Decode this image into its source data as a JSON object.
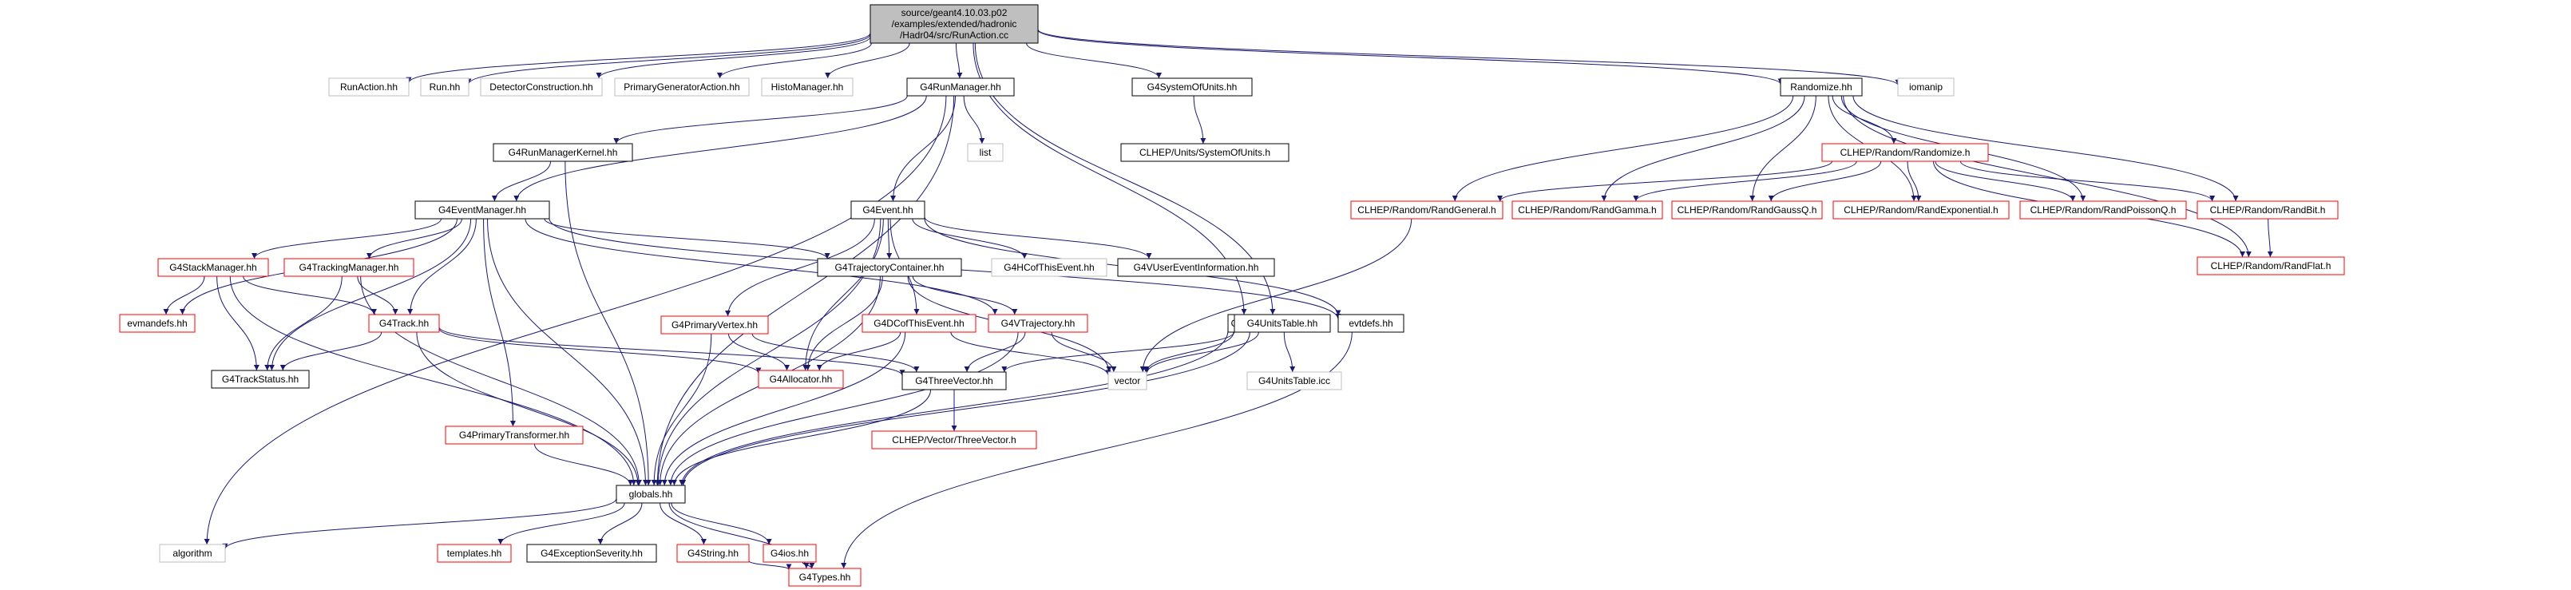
{
  "colors": {
    "edge": "#191970",
    "border_normal": "#000000",
    "border_missing": "#bfbfbf",
    "border_truncated": "#ff0000",
    "fill_root": "#bfbfbf",
    "fill_normal": "#ffffff"
  },
  "nodes": [
    {
      "id": "root",
      "label": "source/geant4.10.03.p02/examples/extended/hadronic/Hadr04/src/RunAction.cc",
      "style": "root"
    },
    {
      "id": "runaction",
      "label": "RunAction.hh",
      "style": "missing"
    },
    {
      "id": "run",
      "label": "Run.hh",
      "style": "missing"
    },
    {
      "id": "detector",
      "label": "DetectorConstruction.hh",
      "style": "missing"
    },
    {
      "id": "primgen",
      "label": "PrimaryGeneratorAction.hh",
      "style": "missing"
    },
    {
      "id": "histo",
      "label": "HistoManager.hh",
      "style": "missing"
    },
    {
      "id": "g4runman",
      "label": "G4RunManager.hh",
      "style": "normal"
    },
    {
      "id": "g4sysunits",
      "label": "G4SystemOfUnits.hh",
      "style": "normal"
    },
    {
      "id": "randomize",
      "label": "Randomize.hh",
      "style": "normal"
    },
    {
      "id": "iomanip",
      "label": "iomanip",
      "style": "missing"
    },
    {
      "id": "list",
      "label": "list",
      "style": "missing"
    },
    {
      "id": "g4rmkernel",
      "label": "G4RunManagerKernel.hh",
      "style": "normal"
    },
    {
      "id": "clhepunits",
      "label": "CLHEP/Units/SystemOfUnits.h",
      "style": "normal"
    },
    {
      "id": "clheprandomize",
      "label": "CLHEP/Random/Randomize.h",
      "style": "truncated"
    },
    {
      "id": "g4eventman",
      "label": "G4EventManager.hh",
      "style": "normal"
    },
    {
      "id": "g4event",
      "label": "G4Event.hh",
      "style": "normal"
    },
    {
      "id": "randgeneral",
      "label": "CLHEP/Random/RandGeneral.h",
      "style": "truncated"
    },
    {
      "id": "randgamma",
      "label": "CLHEP/Random/RandGamma.h",
      "style": "truncated"
    },
    {
      "id": "randgaussq",
      "label": "CLHEP/Random/RandGaussQ.h",
      "style": "truncated"
    },
    {
      "id": "randexp",
      "label": "CLHEP/Random/RandExponential.h",
      "style": "truncated"
    },
    {
      "id": "randpoissonq",
      "label": "CLHEP/Random/RandPoissonQ.h",
      "style": "truncated"
    },
    {
      "id": "randbit",
      "label": "CLHEP/Random/RandBit.h",
      "style": "truncated"
    },
    {
      "id": "randflat",
      "label": "CLHEP/Random/RandFlat.h",
      "style": "truncated"
    },
    {
      "id": "g4stackman",
      "label": "G4StackManager.hh",
      "style": "truncated"
    },
    {
      "id": "g4trackingman",
      "label": "G4TrackingManager.hh",
      "style": "truncated"
    },
    {
      "id": "g4trajcont",
      "label": "G4TrajectoryContainer.hh",
      "style": "normal"
    },
    {
      "id": "g4hcofthis",
      "label": "G4HCofThisEvent.hh",
      "style": "missing"
    },
    {
      "id": "g4vuserevent",
      "label": "G4VUserEventInformation.hh",
      "style": "normal"
    },
    {
      "id": "evmandefs",
      "label": "evmandefs.hh",
      "style": "truncated"
    },
    {
      "id": "g4track",
      "label": "G4Track.hh",
      "style": "truncated"
    },
    {
      "id": "g4primvertex",
      "label": "G4PrimaryVertex.hh",
      "style": "truncated"
    },
    {
      "id": "g4dcofthis",
      "label": "G4DCofThisEvent.hh",
      "style": "truncated"
    },
    {
      "id": "g4vtraj",
      "label": "G4VTrajectory.hh",
      "style": "truncated"
    },
    {
      "id": "g4run",
      "label": "G4Run.hh",
      "style": "normal"
    },
    {
      "id": "g4unitstable",
      "label": "G4UnitsTable.hh",
      "style": "normal"
    },
    {
      "id": "evtdefs",
      "label": "evtdefs.hh",
      "style": "normal"
    },
    {
      "id": "g4trackstatus",
      "label": "G4TrackStatus.hh",
      "style": "normal"
    },
    {
      "id": "g4allocator",
      "label": "G4Allocator.hh",
      "style": "truncated"
    },
    {
      "id": "g4threevec",
      "label": "G4ThreeVector.hh",
      "style": "normal"
    },
    {
      "id": "vector",
      "label": "vector",
      "style": "missing"
    },
    {
      "id": "g4unitsicc",
      "label": "G4UnitsTable.icc",
      "style": "missing"
    },
    {
      "id": "g4primtrans",
      "label": "G4PrimaryTransformer.hh",
      "style": "truncated"
    },
    {
      "id": "clhepthreevec",
      "label": "CLHEP/Vector/ThreeVector.h",
      "style": "truncated"
    },
    {
      "id": "globals",
      "label": "globals.hh",
      "style": "normal"
    },
    {
      "id": "algorithm",
      "label": "algorithm",
      "style": "missing"
    },
    {
      "id": "templates",
      "label": "templates.hh",
      "style": "truncated"
    },
    {
      "id": "g4exception",
      "label": "G4ExceptionSeverity.hh",
      "style": "normal"
    },
    {
      "id": "g4string",
      "label": "G4String.hh",
      "style": "truncated"
    },
    {
      "id": "g4ios",
      "label": "G4ios.hh",
      "style": "truncated"
    },
    {
      "id": "g4types",
      "label": "G4Types.hh",
      "style": "truncated"
    }
  ],
  "edges": [
    [
      "root",
      "runaction"
    ],
    [
      "root",
      "run"
    ],
    [
      "root",
      "detector"
    ],
    [
      "root",
      "primgen"
    ],
    [
      "root",
      "histo"
    ],
    [
      "root",
      "g4runman"
    ],
    [
      "root",
      "g4sysunits"
    ],
    [
      "root",
      "randomize"
    ],
    [
      "root",
      "iomanip"
    ],
    [
      "root",
      "g4run"
    ],
    [
      "root",
      "g4unitstable"
    ],
    [
      "g4runman",
      "list"
    ],
    [
      "g4runman",
      "g4rmkernel"
    ],
    [
      "g4runman",
      "g4eventman"
    ],
    [
      "g4runman",
      "g4event"
    ],
    [
      "g4runman",
      "globals"
    ],
    [
      "g4runman",
      "algorithm"
    ],
    [
      "g4rmkernel",
      "g4eventman"
    ],
    [
      "g4rmkernel",
      "globals"
    ],
    [
      "g4sysunits",
      "clhepunits"
    ],
    [
      "randomize",
      "clheprandomize"
    ],
    [
      "randomize",
      "randgeneral"
    ],
    [
      "randomize",
      "randgamma"
    ],
    [
      "randomize",
      "randgaussq"
    ],
    [
      "randomize",
      "randexp"
    ],
    [
      "randomize",
      "randpoissonq"
    ],
    [
      "randomize",
      "randbit"
    ],
    [
      "randomize",
      "randflat"
    ],
    [
      "clheprandomize",
      "randgeneral"
    ],
    [
      "clheprandomize",
      "randgamma"
    ],
    [
      "clheprandomize",
      "randgaussq"
    ],
    [
      "clheprandomize",
      "randexp"
    ],
    [
      "clheprandomize",
      "randpoissonq"
    ],
    [
      "clheprandomize",
      "randbit"
    ],
    [
      "clheprandomize",
      "randflat"
    ],
    [
      "randbit",
      "randflat"
    ],
    [
      "randgeneral",
      "vector"
    ],
    [
      "g4eventman",
      "g4stackman"
    ],
    [
      "g4eventman",
      "g4trackingman"
    ],
    [
      "g4eventman",
      "g4trajcont"
    ],
    [
      "g4eventman",
      "evmandefs"
    ],
    [
      "g4eventman",
      "g4track"
    ],
    [
      "g4eventman",
      "g4trackstatus"
    ],
    [
      "g4eventman",
      "g4primtrans"
    ],
    [
      "g4eventman",
      "globals"
    ],
    [
      "g4eventman",
      "evtdefs"
    ],
    [
      "g4eventman",
      "g4vtraj"
    ],
    [
      "g4event",
      "g4trajcont"
    ],
    [
      "g4event",
      "g4hcofthis"
    ],
    [
      "g4event",
      "g4vuserevent"
    ],
    [
      "g4event",
      "g4primvertex"
    ],
    [
      "g4event",
      "g4dcofthis"
    ],
    [
      "g4event",
      "evtdefs"
    ],
    [
      "g4event",
      "g4allocator"
    ],
    [
      "g4event",
      "globals"
    ],
    [
      "g4stackman",
      "evmandefs"
    ],
    [
      "g4stackman",
      "g4track"
    ],
    [
      "g4stackman",
      "g4trackstatus"
    ],
    [
      "g4stackman",
      "globals"
    ],
    [
      "g4trackingman",
      "g4track"
    ],
    [
      "g4trackingman",
      "g4trackstatus"
    ],
    [
      "g4trackingman",
      "globals"
    ],
    [
      "g4trajcont",
      "g4vtraj"
    ],
    [
      "g4trajcont",
      "g4allocator"
    ],
    [
      "g4trajcont",
      "globals"
    ],
    [
      "g4trajcont",
      "vector"
    ],
    [
      "g4track",
      "g4trackstatus"
    ],
    [
      "g4track",
      "g4allocator"
    ],
    [
      "g4track",
      "g4threevec"
    ],
    [
      "g4track",
      "globals"
    ],
    [
      "g4primvertex",
      "g4allocator"
    ],
    [
      "g4primvertex",
      "g4threevec"
    ],
    [
      "g4primvertex",
      "globals"
    ],
    [
      "g4dcofthis",
      "g4allocator"
    ],
    [
      "g4dcofthis",
      "globals"
    ],
    [
      "g4dcofthis",
      "vector"
    ],
    [
      "g4vtraj",
      "g4threevec"
    ],
    [
      "g4vtraj",
      "globals"
    ],
    [
      "g4vtraj",
      "vector"
    ],
    [
      "g4run",
      "vector"
    ],
    [
      "g4run",
      "globals"
    ],
    [
      "g4unitstable",
      "g4threevec"
    ],
    [
      "g4unitstable",
      "vector"
    ],
    [
      "g4unitstable",
      "g4unitsicc"
    ],
    [
      "g4unitstable",
      "globals"
    ],
    [
      "evtdefs",
      "g4types"
    ],
    [
      "g4threevec",
      "clhepthreevec"
    ],
    [
      "g4threevec",
      "globals"
    ],
    [
      "g4primtrans",
      "globals"
    ],
    [
      "globals",
      "algorithm"
    ],
    [
      "globals",
      "templates"
    ],
    [
      "globals",
      "g4exception"
    ],
    [
      "globals",
      "g4string"
    ],
    [
      "globals",
      "g4ios"
    ],
    [
      "globals",
      "g4types"
    ],
    [
      "g4string",
      "g4types"
    ],
    [
      "g4ios",
      "g4types"
    ]
  ]
}
